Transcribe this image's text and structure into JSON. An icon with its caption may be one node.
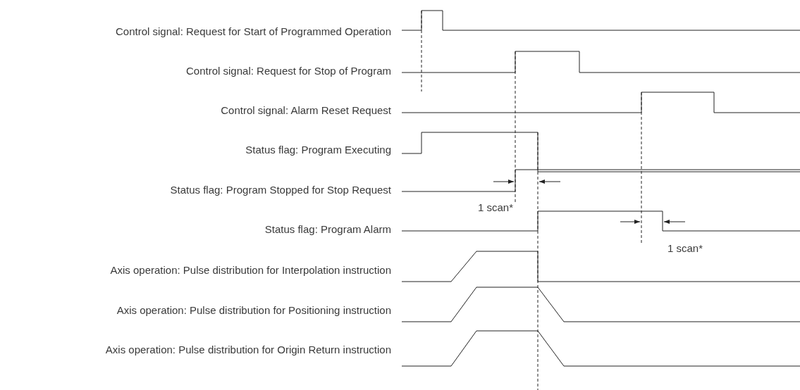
{
  "diagram": {
    "labels": [
      "Control signal: Request for Start of Programmed Operation",
      "Control signal: Request for Stop of Program",
      "Control signal: Alarm Reset Request",
      "Status flag: Program Executing",
      "Status flag: Program Stopped for Stop Request",
      "1 scan*",
      "Status flag: Program Alarm",
      "1 scan*",
      "Axis operation: Pulse distribution for Interpolation instruction",
      "Axis operation: Pulse distribution for Positioning instruction",
      "Axis operation: Pulse distribution for Origin Return instruction"
    ]
  }
}
